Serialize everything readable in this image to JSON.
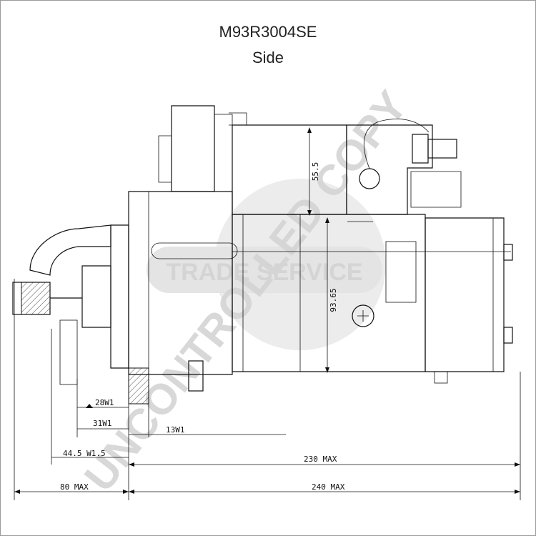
{
  "title": "M93R3004SE",
  "view": "Side",
  "watermark": {
    "stamp": "UNCONTROLLED COPY",
    "brand": "TRADE SERVICE"
  },
  "dimensions": {
    "d55": "55.5",
    "d9365": "93.65",
    "w28": "28W1",
    "w31": "31W1",
    "w13": "13W1",
    "w445": "44.5 W1.5",
    "max230": "230 MAX",
    "max80": "80 MAX",
    "max240": "240 MAX"
  }
}
